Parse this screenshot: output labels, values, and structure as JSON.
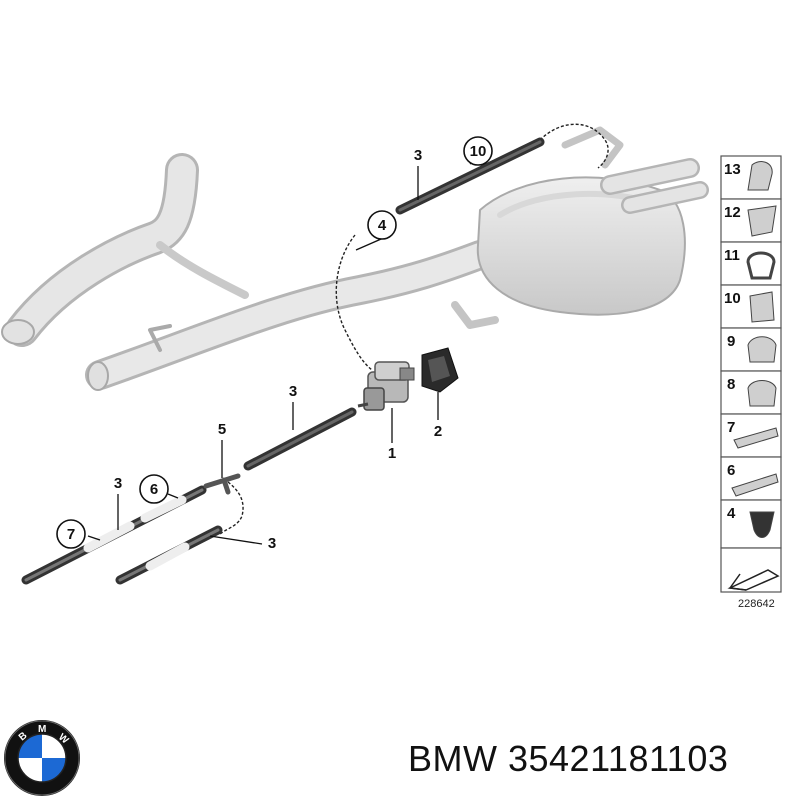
{
  "callouts": {
    "c3a": "3",
    "c10": "10",
    "c4": "4",
    "c2": "2",
    "c1": "1",
    "c3b": "3",
    "c5": "5",
    "c3c": "3",
    "c6": "6",
    "c7": "7",
    "c3d": "3"
  },
  "side_panel": {
    "items": [
      "13",
      "12",
      "11",
      "10",
      "9",
      "8",
      "7",
      "6",
      "4"
    ],
    "diagram_code": "228642"
  },
  "brand_logo": {
    "letters": "BMW",
    "colors": {
      "blue": "#1c69d4",
      "ring": "#111111"
    }
  },
  "footer": {
    "part_number": "BMW 35421181103"
  }
}
